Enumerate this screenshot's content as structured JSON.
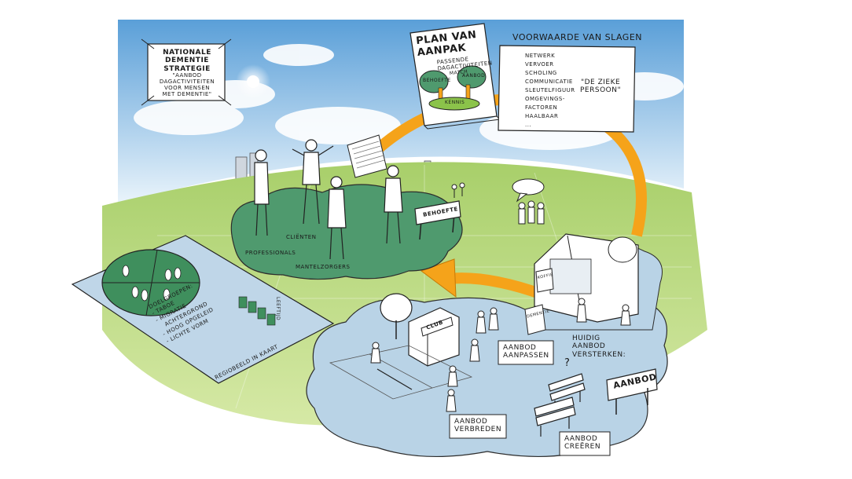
{
  "colors": {
    "sky_top": "#5a9fd8",
    "grass": "#a8cf6a",
    "grass_light": "#d6e9a6",
    "stakeholder_cloud": "#4f9a6e",
    "offer_cloud": "#b9d3e6",
    "arrow": "#f5a31a",
    "map_panel": "#bfd6e8",
    "map_pie": "#3f8f5d"
  },
  "strategy_card": {
    "title_lines": [
      "Nationale",
      "Dementie",
      "Strategie"
    ],
    "quote_lines": [
      "\"Aanbod",
      "dagactiviteiten",
      "voor mensen",
      "met dementie\""
    ]
  },
  "plan_book": {
    "title_lines": [
      "Plan van",
      "aanpak"
    ],
    "sub_lines": [
      "Passende",
      "dagactiviteiten"
    ],
    "match_label": "match",
    "tree_left": "Behoefte",
    "tree_right": "Aanbod",
    "ground_label": "Kennis"
  },
  "conditions": {
    "heading": "Voorwaarde van slagen",
    "items": [
      "Netwerk",
      "Vervoer",
      "Scholing",
      "Communicatie",
      "Sleutelfiguur",
      "Omgevings-",
      "factoren",
      "Haalbaar",
      "..."
    ],
    "person_quote_lines": [
      "\"De zieke",
      "persoon\""
    ]
  },
  "stakeholders": {
    "clients": "Cliënten",
    "professionals": "Professionals",
    "caregivers": "Mantelzorgers",
    "need_sign": "Behoefte"
  },
  "map_panel": {
    "target_groups": "Doelgroepen:",
    "items": [
      "- Taboe",
      "- Migratie-",
      "achtergrond",
      "- Hoog opgeleid",
      "- Lichte vorm"
    ],
    "age_label": "Leeftijd",
    "footer": "Regiobeeld in kaart"
  },
  "offer": {
    "club_sign": "Club",
    "adjust": [
      "Aanbod",
      "aanpassen"
    ],
    "strengthen": [
      "Huidig",
      "aanbod",
      "versterken:"
    ],
    "broaden": [
      "Aanbod",
      "verbreden"
    ],
    "create": [
      "Aanbod",
      "creëren"
    ],
    "offer_sign": "Aanbod",
    "question_mark": "?",
    "board_1": "Dementie",
    "board_2": "Koffie"
  },
  "icons": [
    "sun-icon",
    "speech-bubble-icon",
    "tree-icon"
  ]
}
